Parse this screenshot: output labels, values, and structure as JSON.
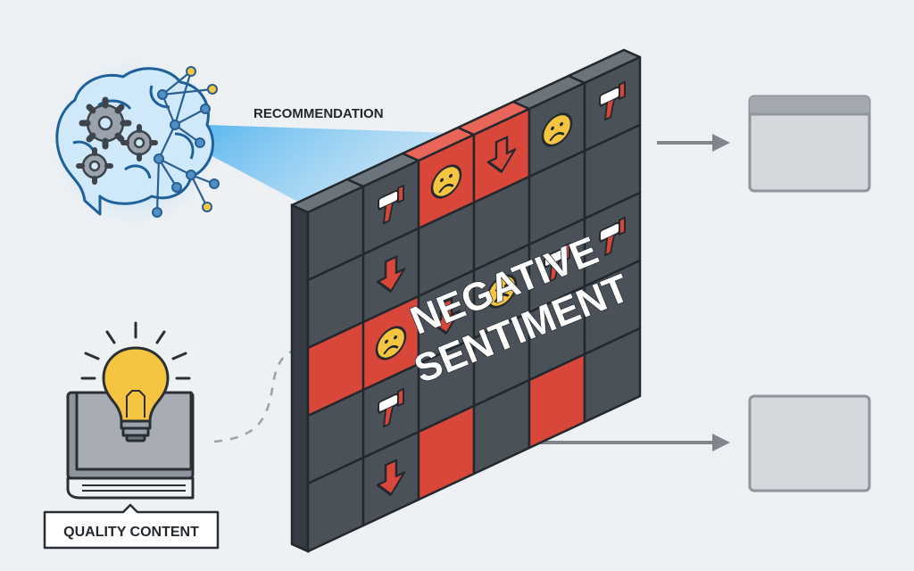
{
  "labels": {
    "recommendation": "RECOMMENDATION",
    "quality_content": "QUALITY CONTENT",
    "wall_line1": "NEGATIVE",
    "wall_line2": "SENTIMENT"
  },
  "colors": {
    "background": "#eef1f4",
    "block_dark": "#4a5159",
    "block_red": "#d9473b",
    "outline": "#23282d",
    "beam": "#5fb8f0",
    "bulb": "#f5c542",
    "panel": "#d5d8dc"
  },
  "icons": [
    "brain-icon",
    "gear-icon",
    "network-icon",
    "lightbulb-icon",
    "book-icon",
    "thumbs-down-icon",
    "sad-face-icon",
    "down-arrow-icon",
    "window-icon",
    "right-arrow-icon"
  ]
}
